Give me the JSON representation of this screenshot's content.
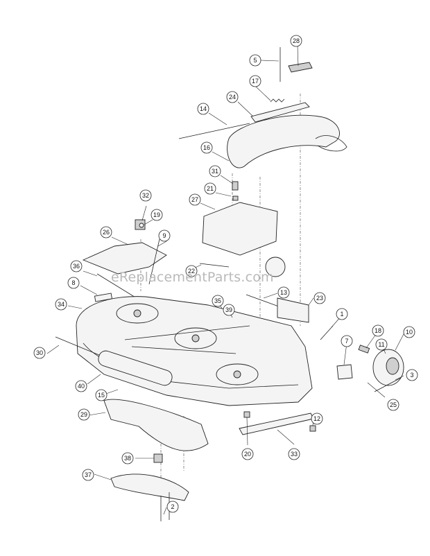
{
  "watermark": "eReplacementParts.com",
  "callouts": [
    {
      "id": "c28",
      "label": "28"
    },
    {
      "id": "c5",
      "label": "5"
    },
    {
      "id": "c17",
      "label": "17"
    },
    {
      "id": "c24",
      "label": "24"
    },
    {
      "id": "c14",
      "label": "14"
    },
    {
      "id": "c16",
      "label": "16"
    },
    {
      "id": "c31",
      "label": "31"
    },
    {
      "id": "c21",
      "label": "21"
    },
    {
      "id": "c27",
      "label": "27"
    },
    {
      "id": "c32",
      "label": "32"
    },
    {
      "id": "c19",
      "label": "19"
    },
    {
      "id": "c26",
      "label": "26"
    },
    {
      "id": "c9",
      "label": "9"
    },
    {
      "id": "c36",
      "label": "36"
    },
    {
      "id": "c22",
      "label": "22"
    },
    {
      "id": "c8",
      "label": "8"
    },
    {
      "id": "c13",
      "label": "13"
    },
    {
      "id": "c23",
      "label": "23"
    },
    {
      "id": "c35",
      "label": "35"
    },
    {
      "id": "c39",
      "label": "39"
    },
    {
      "id": "c34",
      "label": "34"
    },
    {
      "id": "c1",
      "label": "1"
    },
    {
      "id": "c18",
      "label": "18"
    },
    {
      "id": "c10",
      "label": "10"
    },
    {
      "id": "c7",
      "label": "7"
    },
    {
      "id": "c11",
      "label": "11"
    },
    {
      "id": "c30",
      "label": "30"
    },
    {
      "id": "c3",
      "label": "3"
    },
    {
      "id": "c40",
      "label": "40"
    },
    {
      "id": "c25",
      "label": "25"
    },
    {
      "id": "c15",
      "label": "15"
    },
    {
      "id": "c29",
      "label": "29"
    },
    {
      "id": "c12",
      "label": "12"
    },
    {
      "id": "c20",
      "label": "20"
    },
    {
      "id": "c33",
      "label": "33"
    },
    {
      "id": "c38",
      "label": "38"
    },
    {
      "id": "c37",
      "label": "37"
    },
    {
      "id": "c2",
      "label": "2"
    }
  ]
}
